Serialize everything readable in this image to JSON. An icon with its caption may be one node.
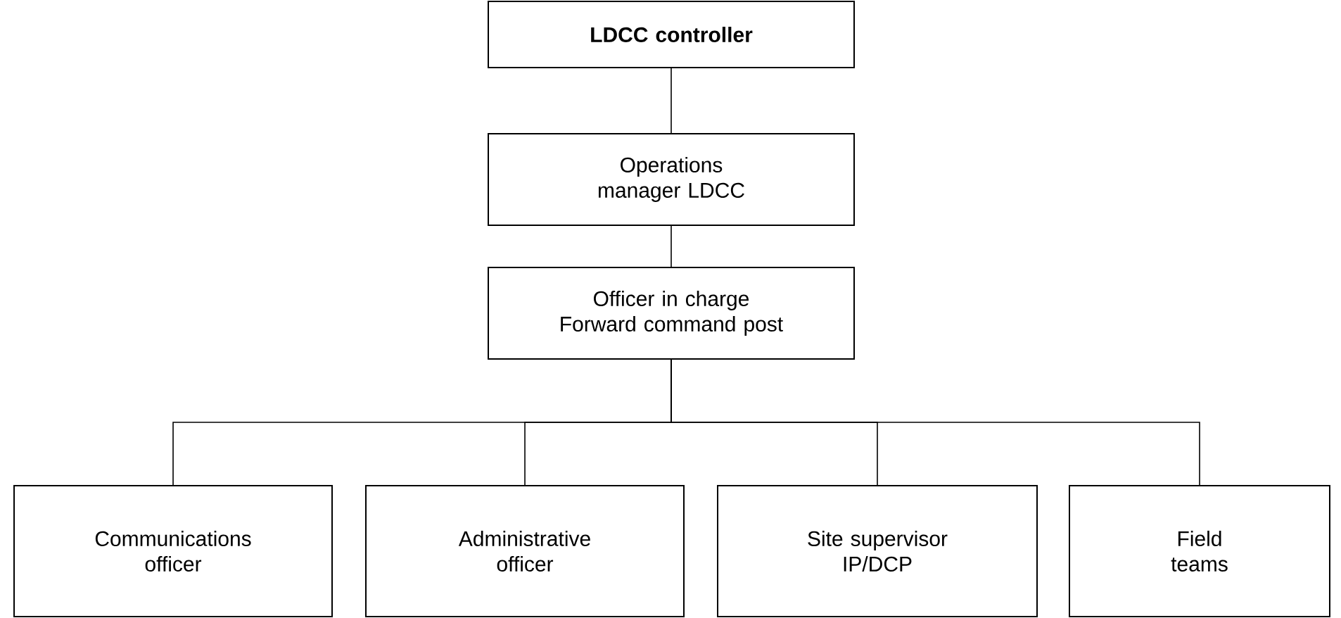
{
  "diagram": {
    "nodes": [
      {
        "text": [
          "LDCC controller"
        ]
      },
      {
        "text": [
          "Operations manager LDCC"
        ]
      },
      {
        "text": [
          "Officer in charge Forward command post"
        ]
      },
      {
        "text": [
          "Communications officer"
        ]
      },
      {
        "text": [
          "Administrative officer"
        ]
      },
      {
        "text": [
          "Site supervisor IP/DCP"
        ]
      },
      {
        "text": [
          "Field teams"
        ]
      }
    ],
    "edges": [
      {
        "from": 0,
        "to": 1,
        "arrow": "none"
      },
      {
        "from": 1,
        "to": 2,
        "arrow": "none"
      },
      {
        "from": 2,
        "to": 3,
        "arrow": "none"
      },
      {
        "from": 2,
        "to": 4,
        "arrow": "none"
      },
      {
        "from": 2,
        "to": 5,
        "arrow": "none"
      },
      {
        "from": 2,
        "to": 6,
        "arrow": "none"
      }
    ]
  }
}
